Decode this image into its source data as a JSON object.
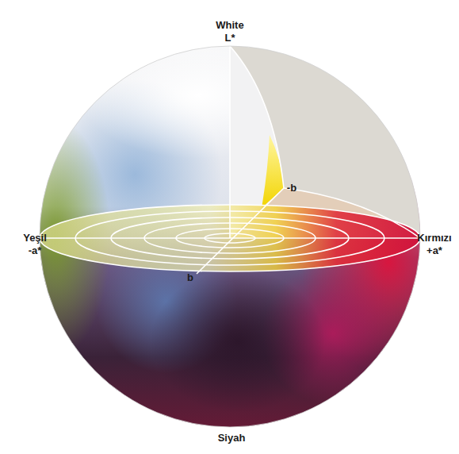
{
  "diagram": {
    "labels": [
      "White",
      "L*",
      "-b",
      "Yeşil",
      "-a*",
      "Kırmızı",
      "+a*",
      "b",
      "Siyah"
    ]
  }
}
